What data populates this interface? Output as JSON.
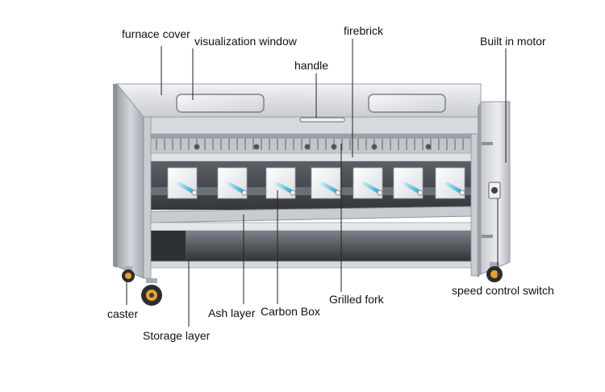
{
  "labels": {
    "furnace_cover": "furnace cover",
    "visualization_window": "visualization window",
    "firebrick": "firebrick",
    "built_in_motor": "Built in motor",
    "handle": "handle",
    "speed_control_switch": "speed control switch",
    "grilled_fork": "Grilled fork",
    "caster": "caster",
    "ash_layer": "Ash layer",
    "carbon_box": "Carbon Box",
    "storage_layer": "Storage layer"
  },
  "colors": {
    "steel_light": "#e4e6ea",
    "steel_mid": "#b9bdc4",
    "steel_dark": "#7d828a",
    "interior_dark": "#4a4e55",
    "fork_tip": "#3fb4d8",
    "leader_line": "#222222",
    "wheel_orange": "#e8a12a"
  }
}
